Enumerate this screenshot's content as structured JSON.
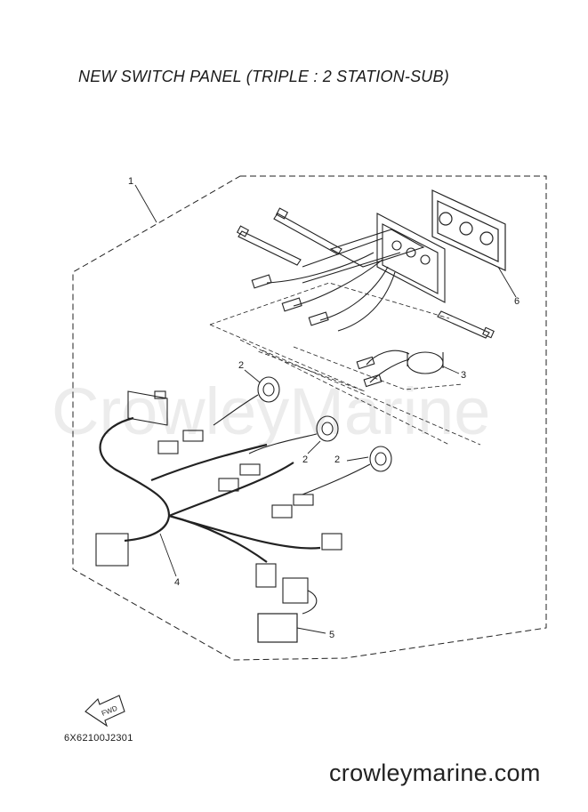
{
  "title": "NEW SWITCH PANEL (TRIPLE : 2 STATION-SUB)",
  "watermark": "CrowleyMarine",
  "callouts": {
    "c1": "1",
    "c2a": "2",
    "c2b": "2",
    "c2c": "2",
    "c3": "3",
    "c4": "4",
    "c5": "5",
    "c6": "6"
  },
  "fwd_label": "FWD",
  "diagram_code": "6X62100J2301",
  "site": "crowleymarine.com"
}
